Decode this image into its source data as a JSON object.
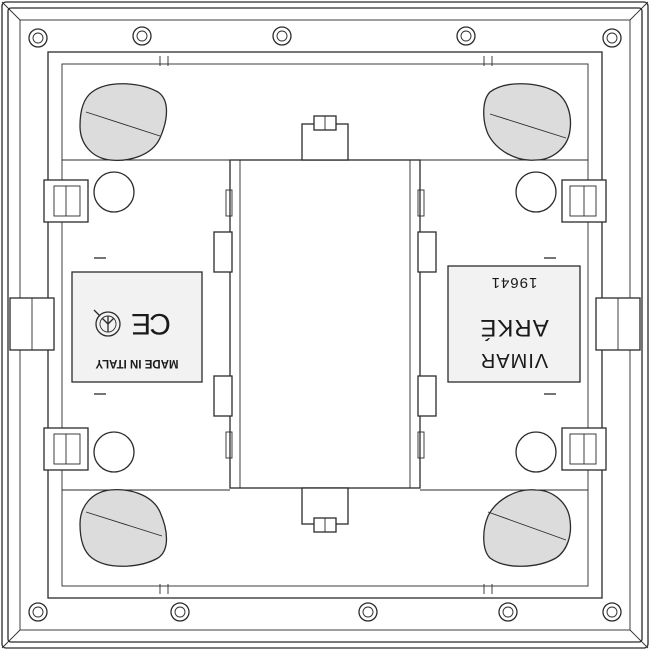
{
  "drawing": {
    "left_label": {
      "made_in": "MADE IN ITALY",
      "ce_mark": "CE"
    },
    "right_label": {
      "brand": "VIMAR",
      "series": "ARKÉ",
      "code": "19641"
    }
  }
}
